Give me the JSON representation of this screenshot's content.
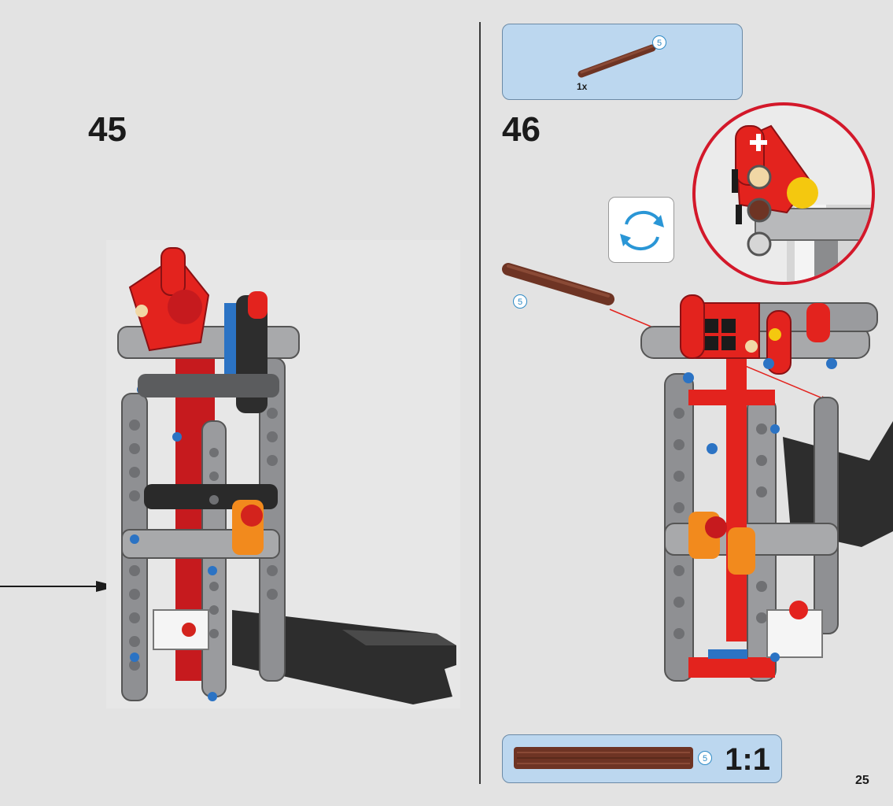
{
  "steps": [
    {
      "number": "45"
    },
    {
      "number": "46"
    }
  ],
  "parts_callout": {
    "quantity": "1x",
    "color_id": "5"
  },
  "callout_color_id": "5",
  "scale_bar": {
    "color_id": "5",
    "scale": "1:1"
  },
  "page_number": "25",
  "colors": {
    "red": "#e3231e",
    "dark_red": "#b3151a",
    "light_gray": "#a8a9ab",
    "dark_gray": "#3c3c3c",
    "black": "#232323",
    "blue": "#2b73c4",
    "orange": "#f28a1d",
    "brown_axle": "#6e3424",
    "callout_bg": "#bcd7ef",
    "callout_border": "#d3182a",
    "icon_blue": "#2a96d6"
  },
  "icons": [
    "rotate-model-icon",
    "arrow-icon",
    "axle-icon"
  ]
}
